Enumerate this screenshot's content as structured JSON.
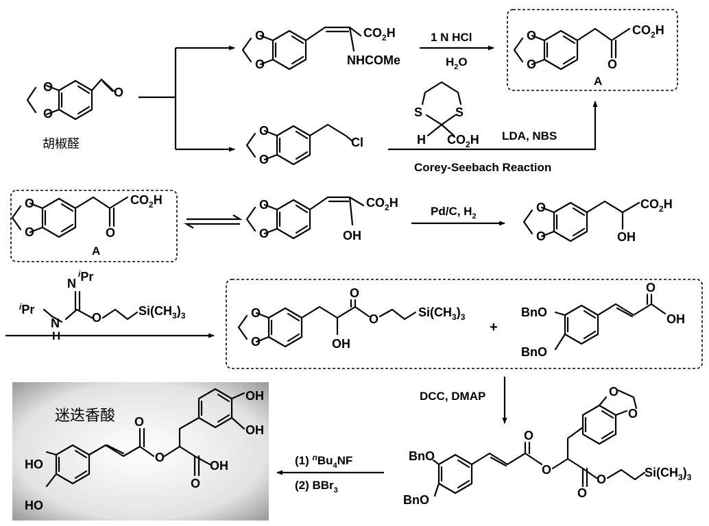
{
  "compounds": {
    "piperonal": {
      "name": "胡椒醛",
      "atoms": {
        "o1": "O",
        "o2": "O",
        "o3": "O"
      }
    },
    "enamide": {
      "atoms": {
        "o1": "O",
        "o2": "O"
      },
      "acid": "CO2H",
      "amide": "NHCOMe"
    },
    "benzyl_chloride": {
      "atoms": {
        "o1": "O",
        "o2": "O",
        "cl": "Cl"
      }
    },
    "product_a": {
      "label": "A",
      "atoms": {
        "o1": "O",
        "o2": "O",
        "o3": "O"
      },
      "acid": "CO2H"
    },
    "product_a_copy": {
      "label": "A",
      "atoms": {
        "o1": "O",
        "o2": "O",
        "o3": "O"
      },
      "acid": "CO2H"
    },
    "enol": {
      "atoms": {
        "o1": "O",
        "o2": "O",
        "oh": "OH"
      },
      "acid": "CO2H"
    },
    "hydroxy_acid": {
      "atoms": {
        "o1": "O",
        "o2": "O",
        "oh": "OH"
      },
      "acid": "CO2H"
    },
    "isourea": {
      "n1": "N",
      "ipr1": "iPr",
      "ipr2": "iPr",
      "nh": "N",
      "h": "H",
      "o": "O",
      "si": "Si(CH3)3"
    },
    "tms_ester": {
      "atoms": {
        "o1": "O",
        "o2": "O",
        "co": "O",
        "o_ester": "O",
        "oh": "OH"
      },
      "si": "Si(CH3)3"
    },
    "plus": "+",
    "dibenzyl_acid": {
      "obn1": "BnO",
      "obn2": "BnO",
      "co": "O",
      "oh": "OH"
    },
    "coupled": {
      "obn1": "BnO",
      "obn2": "BnO",
      "atoms": {
        "co1": "O",
        "o_ester": "O",
        "co2": "O",
        "o_ester2": "O",
        "o1": "O",
        "o2": "O"
      },
      "si": "Si(CH3)3"
    },
    "rosmarinic_acid": {
      "name": "迷迭香酸",
      "oh1": "OH",
      "oh2": "OH",
      "oh3": "HO",
      "oh4": "HO",
      "acid": "OH",
      "atoms": {
        "co1": "O",
        "o_ester": "O",
        "co2": "O"
      }
    }
  },
  "reagents": {
    "hcl": "1 N HCl",
    "water": "H2O",
    "dithiane_atoms": {
      "s1": "S",
      "s2": "S",
      "h": "H"
    },
    "dithiane_acid": "CO2H",
    "lda": "LDA, NBS",
    "corey": "Corey-Seebach Reaction",
    "pdc": "Pd/C, H2",
    "dcc": "DCC, DMAP",
    "step1": "(1) nBu4NF",
    "step2": "(2) BBr3"
  },
  "colors": {
    "ink": "#000000",
    "background": "#ffffff",
    "highlight_panel": "#dcdcdc"
  }
}
